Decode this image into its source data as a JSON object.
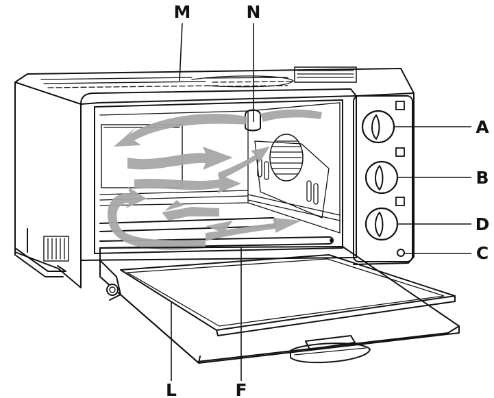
{
  "callouts": {
    "M": "M",
    "N": "N",
    "A": "A",
    "B": "B",
    "D": "D",
    "C": "C",
    "L": "L",
    "F": "F"
  },
  "colors": {
    "line": "#111111",
    "airflow": "#a6a6a6",
    "background": "#ffffff"
  }
}
